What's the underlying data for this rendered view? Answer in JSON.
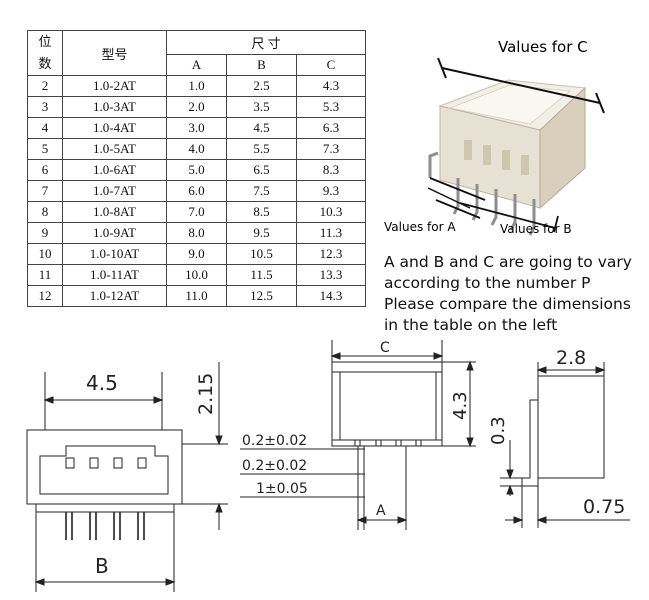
{
  "table": {
    "head_position": [
      "位",
      "数"
    ],
    "head_model": "型号",
    "head_dimension": "尺    寸",
    "head_cols": [
      "A",
      "B",
      "C"
    ],
    "rows": [
      {
        "pos": "2",
        "model": "1.0-2AT",
        "a": "1.0",
        "b": "2.5",
        "c": "4.3"
      },
      {
        "pos": "3",
        "model": "1.0-3AT",
        "a": "2.0",
        "b": "3.5",
        "c": "5.3"
      },
      {
        "pos": "4",
        "model": "1.0-4AT",
        "a": "3.0",
        "b": "4.5",
        "c": "6.3"
      },
      {
        "pos": "5",
        "model": "1.0-5AT",
        "a": "4.0",
        "b": "5.5",
        "c": "7.3"
      },
      {
        "pos": "6",
        "model": "1.0-6AT",
        "a": "5.0",
        "b": "6.5",
        "c": "8.3"
      },
      {
        "pos": "7",
        "model": "1.0-7AT",
        "a": "6.0",
        "b": "7.5",
        "c": "9.3"
      },
      {
        "pos": "8",
        "model": "1.0-8AT",
        "a": "7.0",
        "b": "8.5",
        "c": "10.3"
      },
      {
        "pos": "9",
        "model": "1.0-9AT",
        "a": "8.0",
        "b": "9.5",
        "c": "11.3"
      },
      {
        "pos": "10",
        "model": "1.0-10AT",
        "a": "9.0",
        "b": "10.5",
        "c": "12.3"
      },
      {
        "pos": "11",
        "model": "1.0-11AT",
        "a": "10.0",
        "b": "11.5",
        "c": "13.3"
      },
      {
        "pos": "12",
        "model": "1.0-12AT",
        "a": "11.0",
        "b": "12.5",
        "c": "14.3"
      }
    ]
  },
  "photo": {
    "label_c": "Values for C",
    "label_a": "Values for A",
    "label_b": "Values for B"
  },
  "note": {
    "lines": [
      "A and B and C are going to vary",
      "according to the number P",
      "Please compare the dimensions",
      "in the table on the left"
    ]
  },
  "drawing": {
    "front": {
      "dim_top": "4.5",
      "dim_bottom": "B",
      "dim_height": "2.15"
    },
    "side": {
      "dim_c": "C",
      "dim_height": "4.3",
      "tol_1": "0.2±0.02",
      "tol_2": "0.2±0.02",
      "tol_3": "1±0.05",
      "dim_a": "A"
    },
    "profile": {
      "dim_top": "2.8",
      "dim_left": "0.3",
      "dim_bottom": "0.75"
    }
  }
}
